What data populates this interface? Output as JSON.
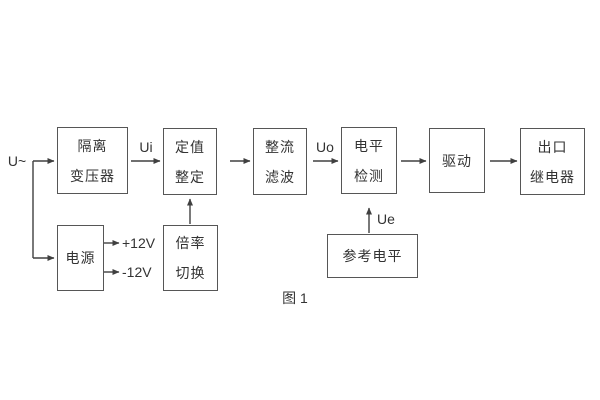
{
  "figure": {
    "caption": "图 1"
  },
  "labels": {
    "input_voltage": "U~",
    "ui": "Ui",
    "uo": "Uo",
    "ue": "Ue",
    "plus_12v": "+12V",
    "minus_12v": "-12V"
  },
  "blocks": {
    "isolation_transformer": {
      "line1": "隔离",
      "line2": "变压器"
    },
    "setting": {
      "line1": "定值",
      "line2": "整定"
    },
    "rectifier_filter": {
      "line1": "整流",
      "line2": "滤波"
    },
    "level_detection": {
      "line1": "电平",
      "line2": "检测"
    },
    "drive": {
      "line1": "驱动"
    },
    "output_relay": {
      "line1": "出口",
      "line2": "继电器"
    },
    "power_supply": {
      "line1": "电源"
    },
    "ratio_switch": {
      "line1": "倍率",
      "line2": "切换"
    },
    "reference_level": {
      "line1": "参考电平"
    }
  },
  "colors": {
    "background": "#ffffff",
    "wire": "#404040",
    "block_border": "#565656",
    "text": "#333333"
  }
}
